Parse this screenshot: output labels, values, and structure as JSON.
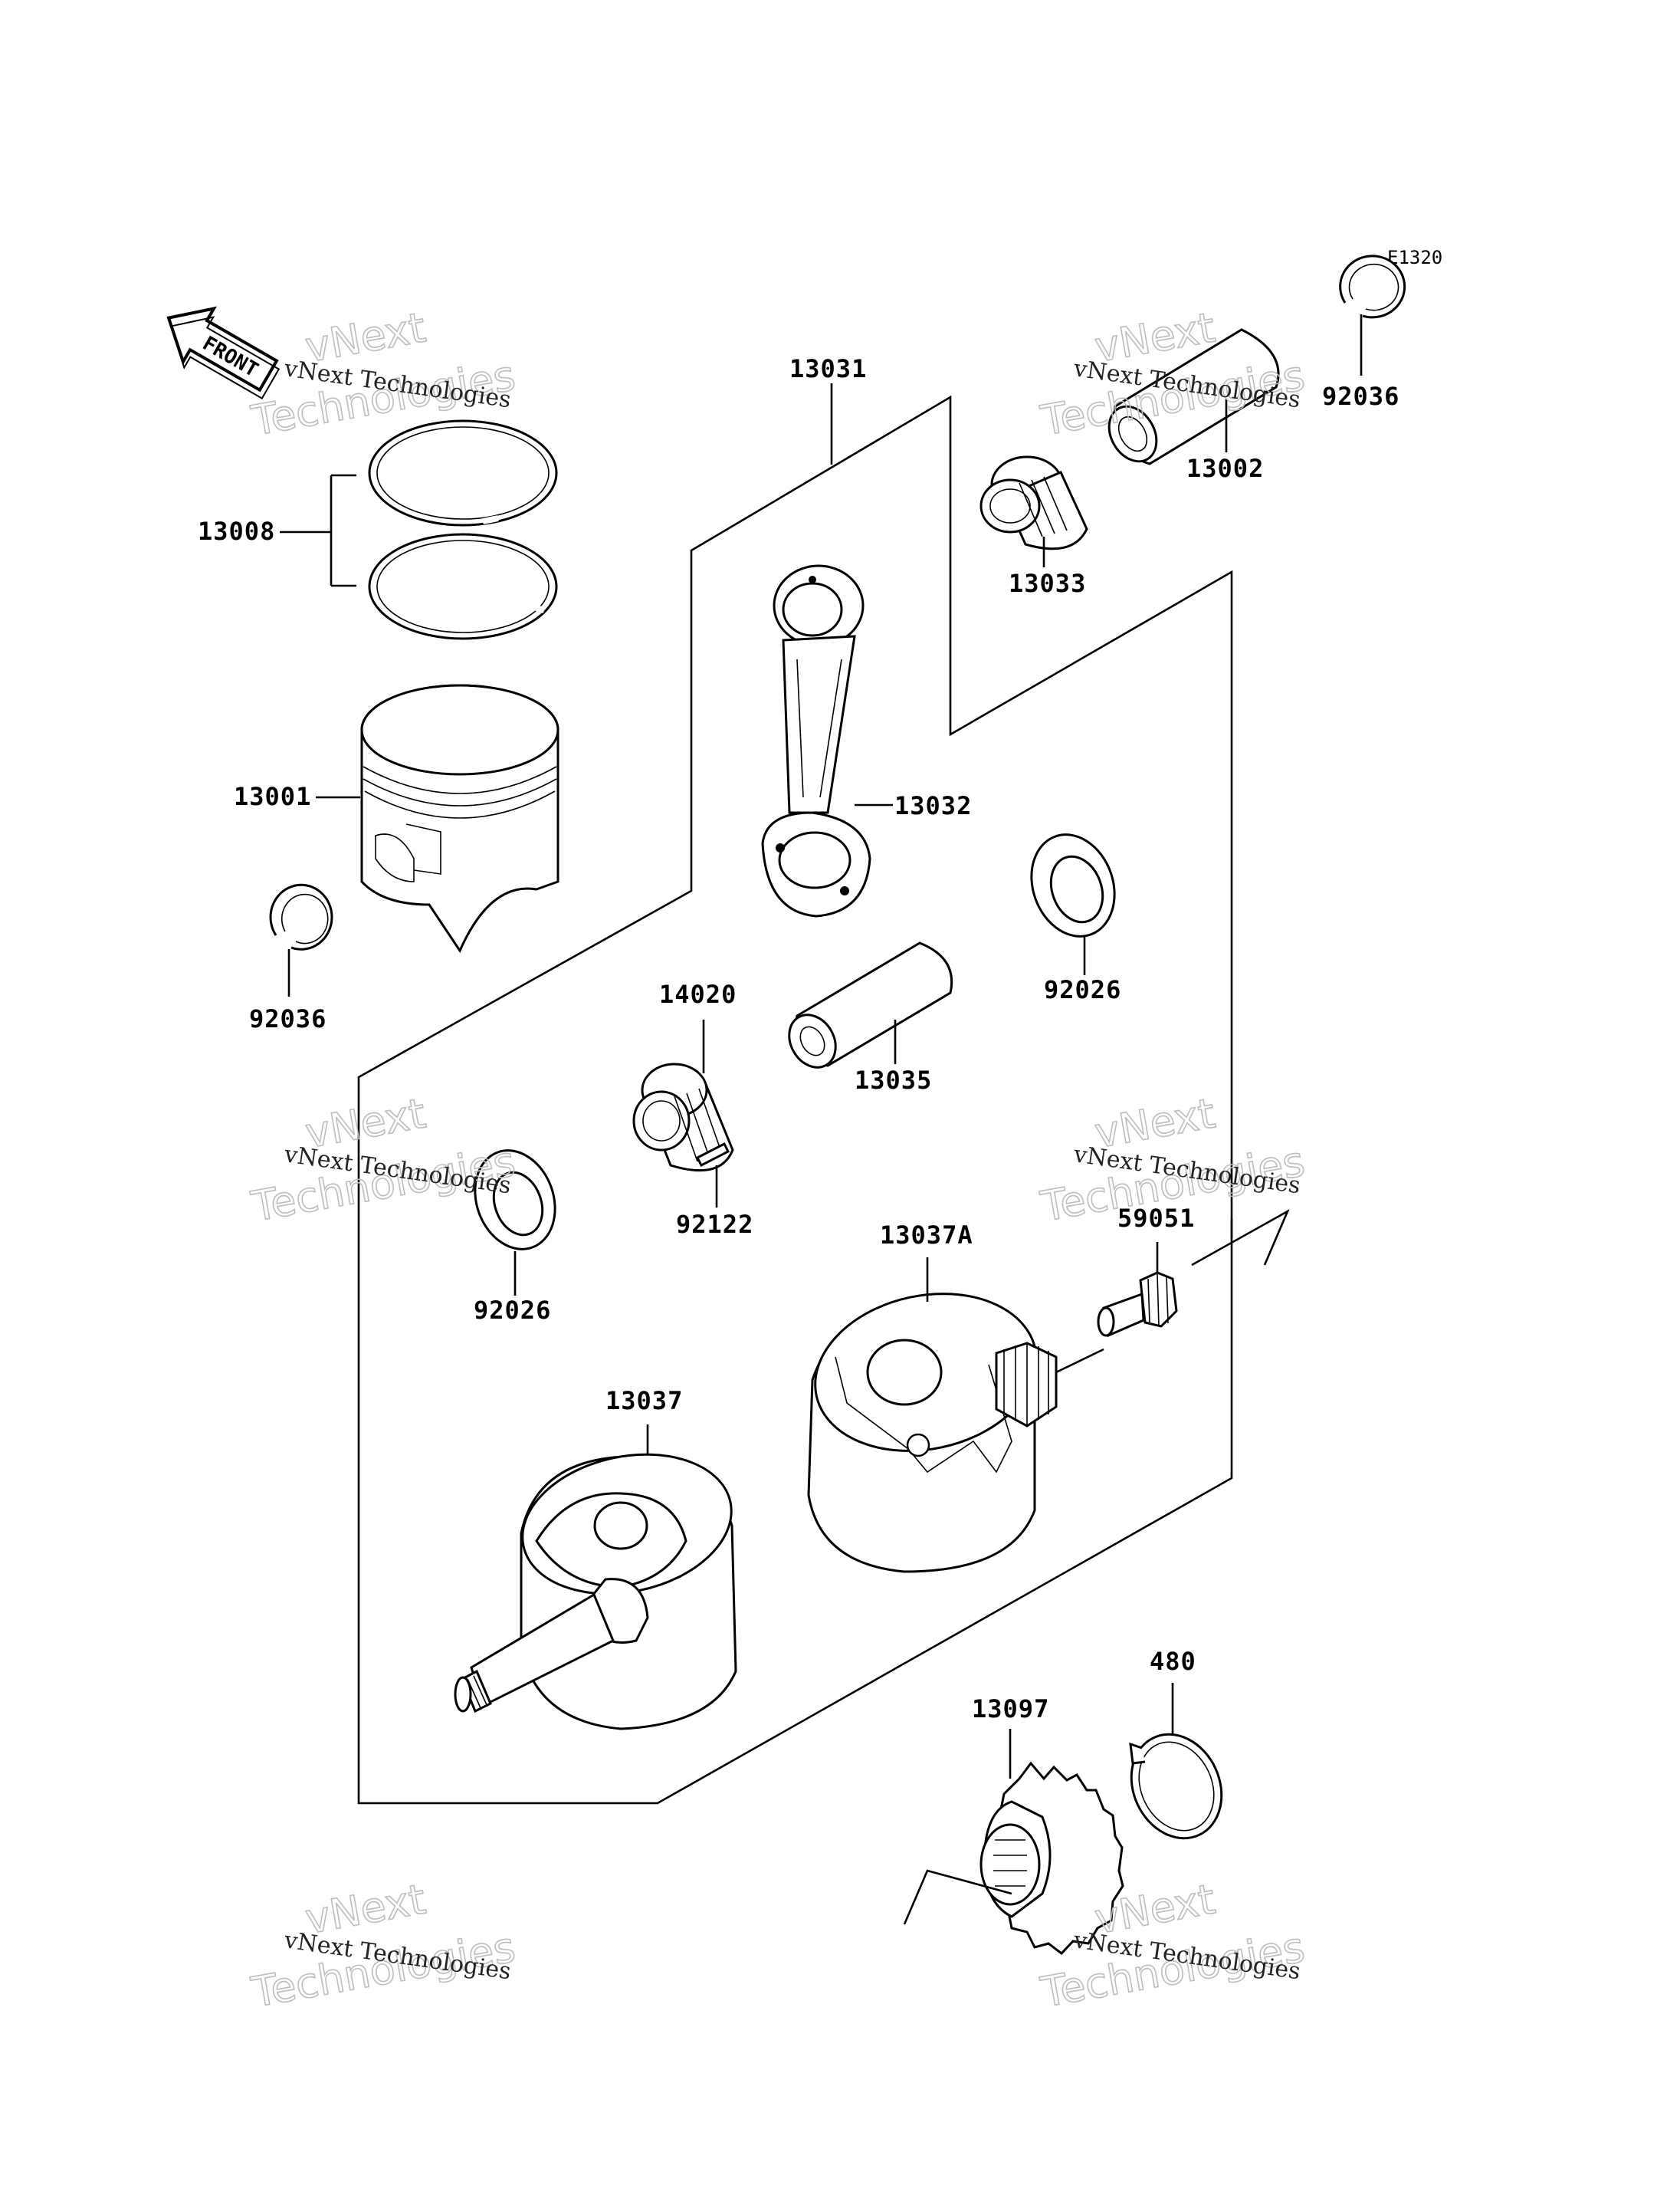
{
  "diagram_code": "E1320",
  "front_arrow_text": "FRONT",
  "watermark": {
    "line1": "vNext Technologies",
    "line2": "vNext",
    "line3": "Technologies"
  },
  "parts": [
    {
      "id": "p13008",
      "label": "13008"
    },
    {
      "id": "p13001",
      "label": "13001"
    },
    {
      "id": "p92036a",
      "label": "92036"
    },
    {
      "id": "p13031",
      "label": "13031"
    },
    {
      "id": "p13032",
      "label": "13032"
    },
    {
      "id": "p13033",
      "label": "13033"
    },
    {
      "id": "p13002",
      "label": "13002"
    },
    {
      "id": "p92036b",
      "label": "92036"
    },
    {
      "id": "p92026a",
      "label": "92026"
    },
    {
      "id": "p14020",
      "label": "14020"
    },
    {
      "id": "p13035",
      "label": "13035"
    },
    {
      "id": "p92122",
      "label": "92122"
    },
    {
      "id": "p92026b",
      "label": "92026"
    },
    {
      "id": "p13037A",
      "label": "13037A"
    },
    {
      "id": "p59051",
      "label": "59051"
    },
    {
      "id": "p13037",
      "label": "13037"
    },
    {
      "id": "p480",
      "label": "480"
    },
    {
      "id": "p13097",
      "label": "13097"
    }
  ]
}
